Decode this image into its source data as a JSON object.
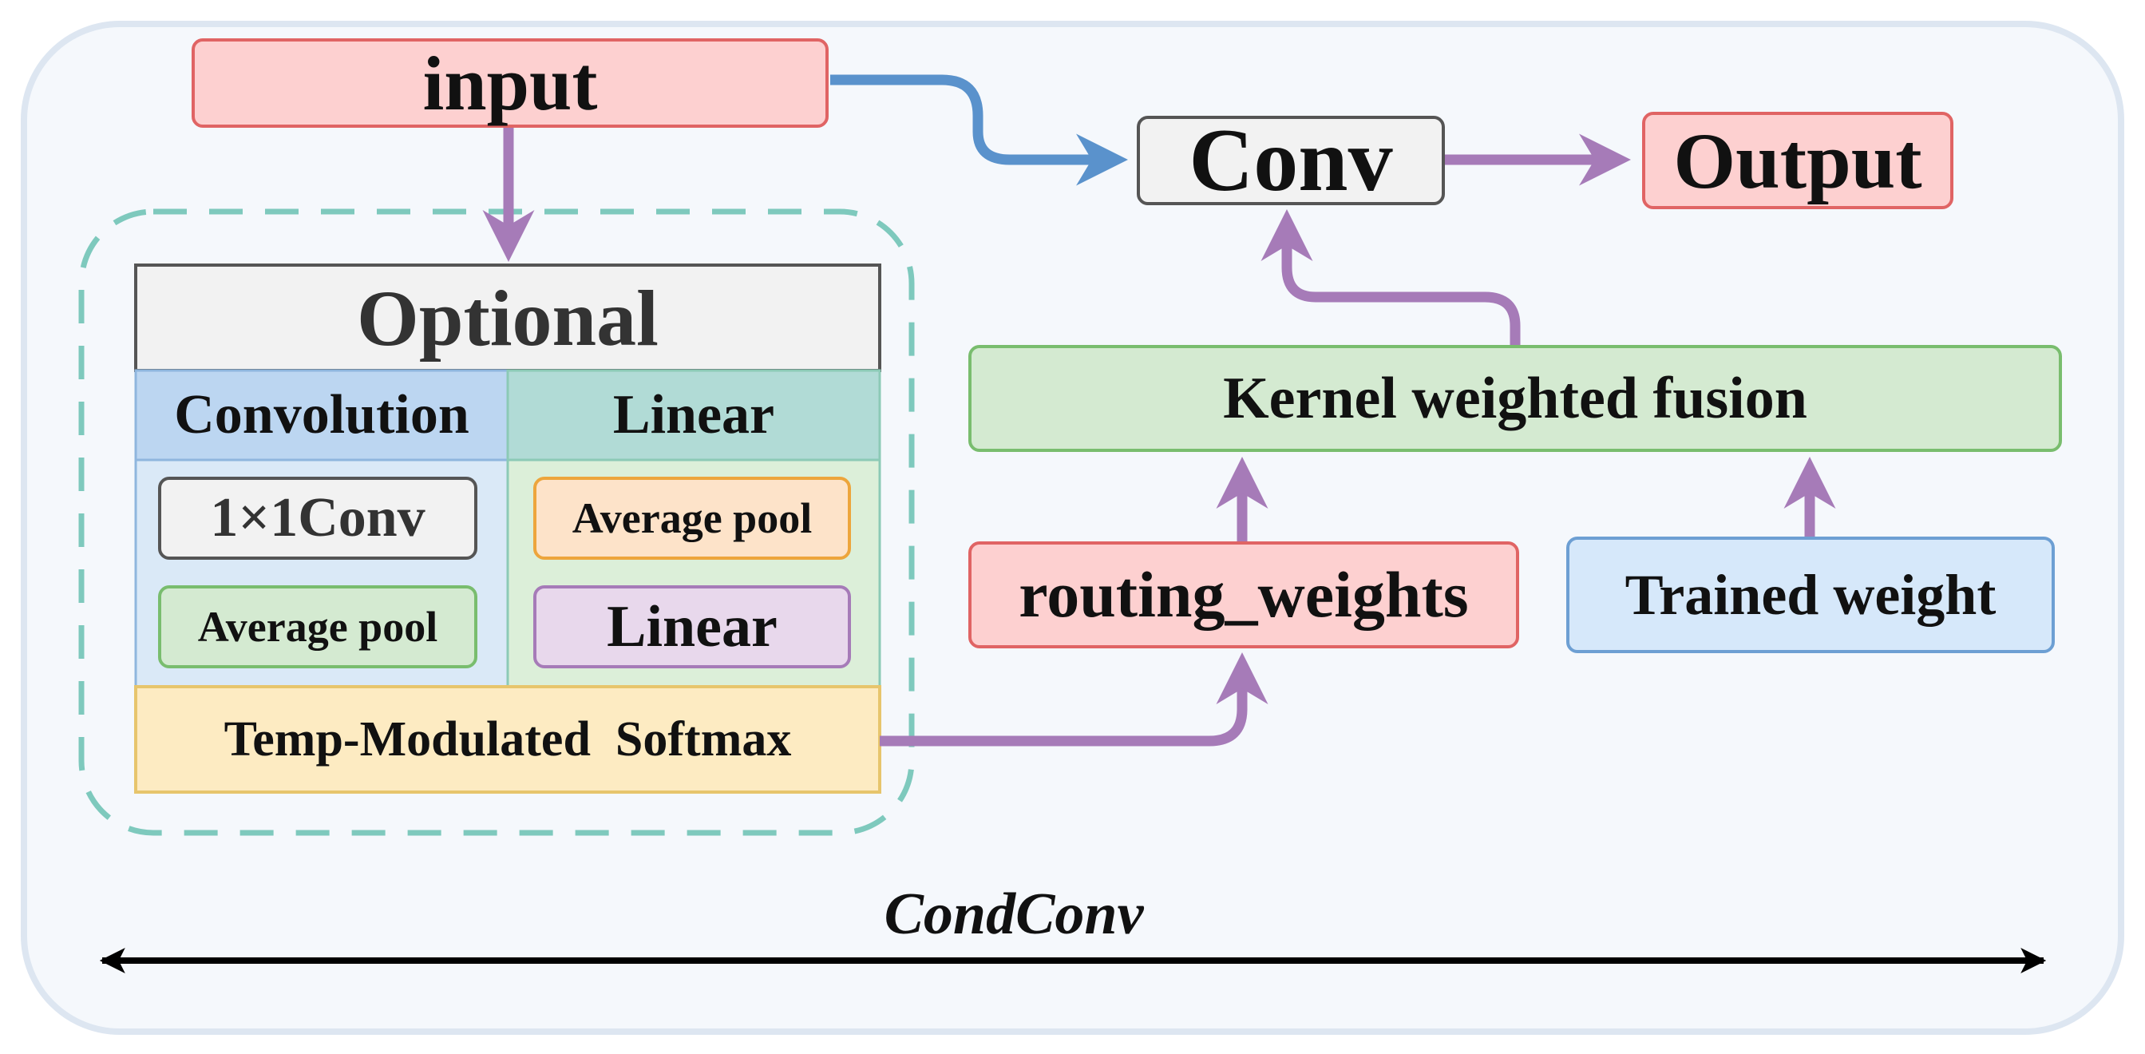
{
  "nodes": {
    "input": "input",
    "conv": "Conv",
    "output": "Output",
    "optional_header": "Optional",
    "convolution_header": "Convolution",
    "linear_header": "Linear",
    "conv1x1": "1×1Conv",
    "avgpool_left": "Average pool",
    "avgpool_right": "Average pool",
    "linear_box": "Linear",
    "softmax": "Temp-Modulated  Softmax",
    "kernel_fusion": "Kernel weighted fusion",
    "routing_weights": "routing_weights",
    "trained_weight": "Trained weight"
  },
  "caption": "CondConv",
  "colors": {
    "red_fill": "#fdd0d0",
    "red_stroke": "#e06464",
    "gray_fill": "#f2f2f2",
    "green_fill": "#d4ead1",
    "green_stroke": "#79bd6e",
    "blue_fill": "#d6e8fa",
    "blue_stroke": "#6d9fd3",
    "teal_dash": "#7ec9bd",
    "purple_arrow": "#a67bb8",
    "blue_arrow": "#5a92cc",
    "panel_fill": "#f5f8fc",
    "panel_stroke": "#dde6f1"
  }
}
